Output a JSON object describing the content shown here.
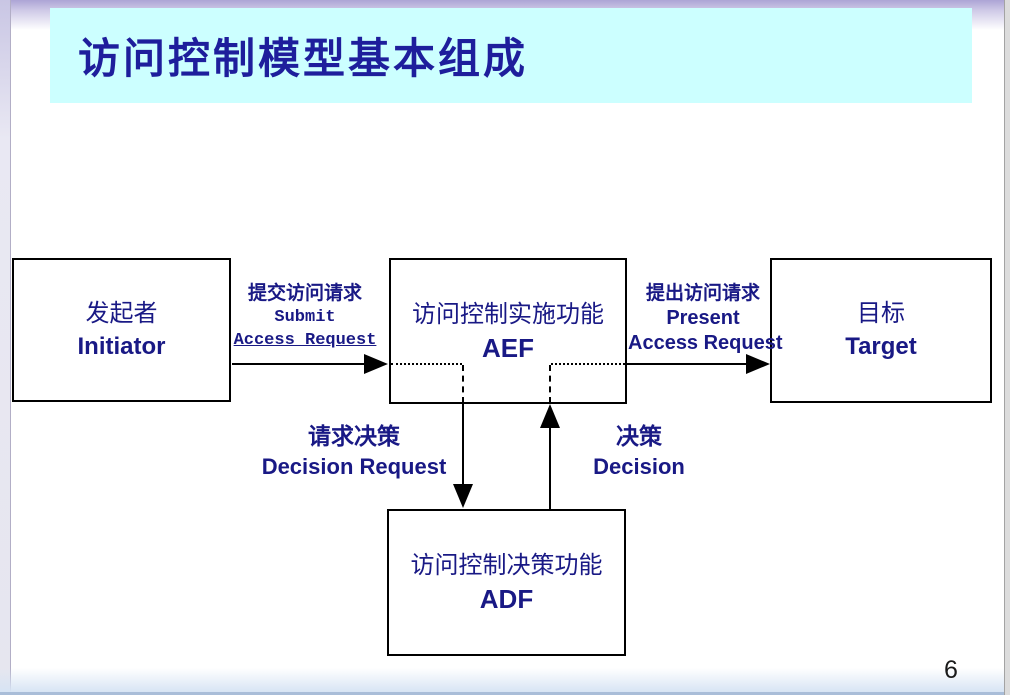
{
  "slide": {
    "title": "访问控制模型基本组成",
    "page_number": "6"
  },
  "colors": {
    "banner_bg": "#ccffff",
    "title_text": "#1e1e9c",
    "diagram_text": "#191985",
    "line_color": "#000000",
    "top_band": "#aca4d5",
    "bottom_band": "#d7e4f4"
  },
  "boxes": {
    "initiator": {
      "cn": "发起者",
      "en": "Initiator"
    },
    "aef": {
      "cn": "访问控制实施功能",
      "en": "AEF"
    },
    "target": {
      "cn": "目标",
      "en": "Target"
    },
    "adf": {
      "cn": "访问控制决策功能",
      "en": "ADF"
    }
  },
  "arrow_labels": {
    "submit": {
      "cn": "提交访问请求",
      "line1": "Submit",
      "line2": "Access Request"
    },
    "present": {
      "cn": "提出访问请求",
      "line1": "Present",
      "line2": "Access Request"
    },
    "decision_request": {
      "cn": "请求决策",
      "en": "Decision Request"
    },
    "decision": {
      "cn": "决策",
      "en": "Decision"
    }
  }
}
